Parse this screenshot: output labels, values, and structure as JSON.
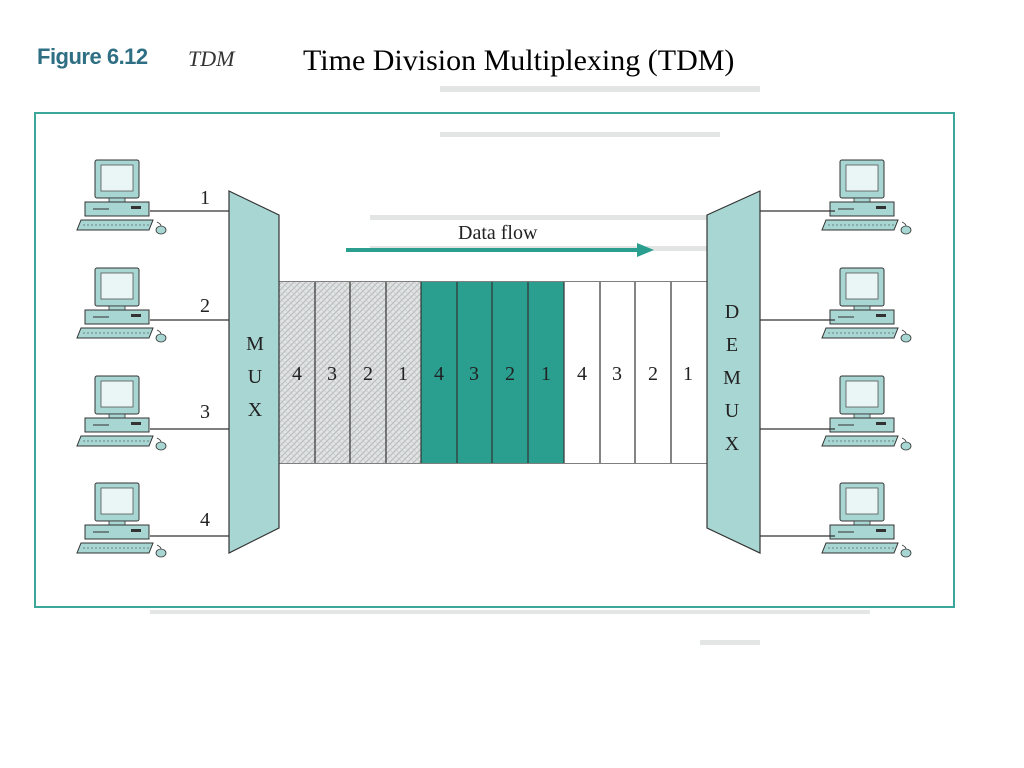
{
  "slide": {
    "figure_label": "Figure 6.12",
    "figure_abbrev": "TDM",
    "title": "Time Division Multiplexing (TDM)"
  },
  "diagram": {
    "colors": {
      "frame": "#3aa79a",
      "device": "#a8d6d3",
      "teal_slot": "#2a9e8f",
      "hatch_slot": "#d9dcdc",
      "white_slot": "#ffffff",
      "line": "#333333"
    },
    "input_numbers": [
      "1",
      "2",
      "3",
      "4"
    ],
    "mux_letters": [
      "M",
      "U",
      "X"
    ],
    "demux_letters": [
      "D",
      "E",
      "M",
      "U",
      "X"
    ],
    "data_flow_label": "Data flow",
    "frames": [
      {
        "fill": "hatched",
        "slots": [
          "4",
          "3",
          "2",
          "1"
        ]
      },
      {
        "fill": "teal",
        "slots": [
          "4",
          "3",
          "2",
          "1"
        ]
      },
      {
        "fill": "white",
        "slots": [
          "4",
          "3",
          "2",
          "1"
        ]
      }
    ]
  }
}
